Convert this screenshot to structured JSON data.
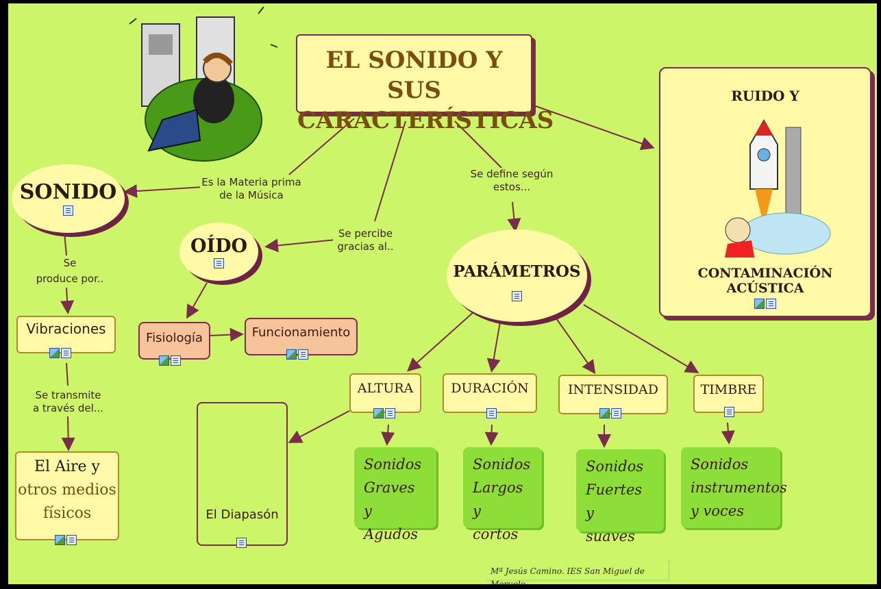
{
  "main_title_line1": "EL SONIDO Y SUS",
  "main_title_line2": "CARACTERÍSTICAS",
  "ruido_title": "RUIDO Y",
  "ruido_subtitle": "CONTAMINACIÓN ACÚSTICA",
  "sonido": "SONIDO",
  "oido": "OÍDO",
  "parametros": "PARÁMETROS",
  "vibraciones": "Vibraciones",
  "fisiologia": "Fisiología",
  "funcionamiento": "Funcionamiento",
  "aire_line1": "El Aire y",
  "aire_line2": "otros medios",
  "aire_line3": "físicos",
  "diapason": "El Diapasón",
  "altura": "ALTURA",
  "duracion": "DURACIÓN",
  "intensidad": "INTENSIDAD",
  "timbre": "TIMBRE",
  "links": {
    "materia_1": "Es la Materia prima",
    "materia_2": "de la Música",
    "percibe_1": "Se percibe",
    "percibe_2": "gracias al..",
    "define_1": "Se define según",
    "define_2": "estos...",
    "produce_1": "Se",
    "produce_2": "produce por..",
    "transmite_1": "Se transmite",
    "transmite_2": "a través del..."
  },
  "results": {
    "altura": [
      "Sonidos",
      "Graves y",
      "Agudos"
    ],
    "duracion": [
      "Sonidos",
      "Largos y",
      "cortos"
    ],
    "intensidad": [
      "Sonidos",
      "Fuertes y",
      "suaves"
    ],
    "timbre": [
      "Sonidos",
      "instrumentos",
      "y voces"
    ]
  },
  "credit": "Mª Jesús Camino. IES San Miguel de Meruelo",
  "icons": [
    "document-icon",
    "image-icon"
  ],
  "colors": {
    "background": "#ccf56a",
    "node_fill": "#fff9a8",
    "node_border": "#7a2d4a",
    "peach": "#f6c39a",
    "green_box": "#8ede3a",
    "arrow": "#7a2d4a"
  }
}
